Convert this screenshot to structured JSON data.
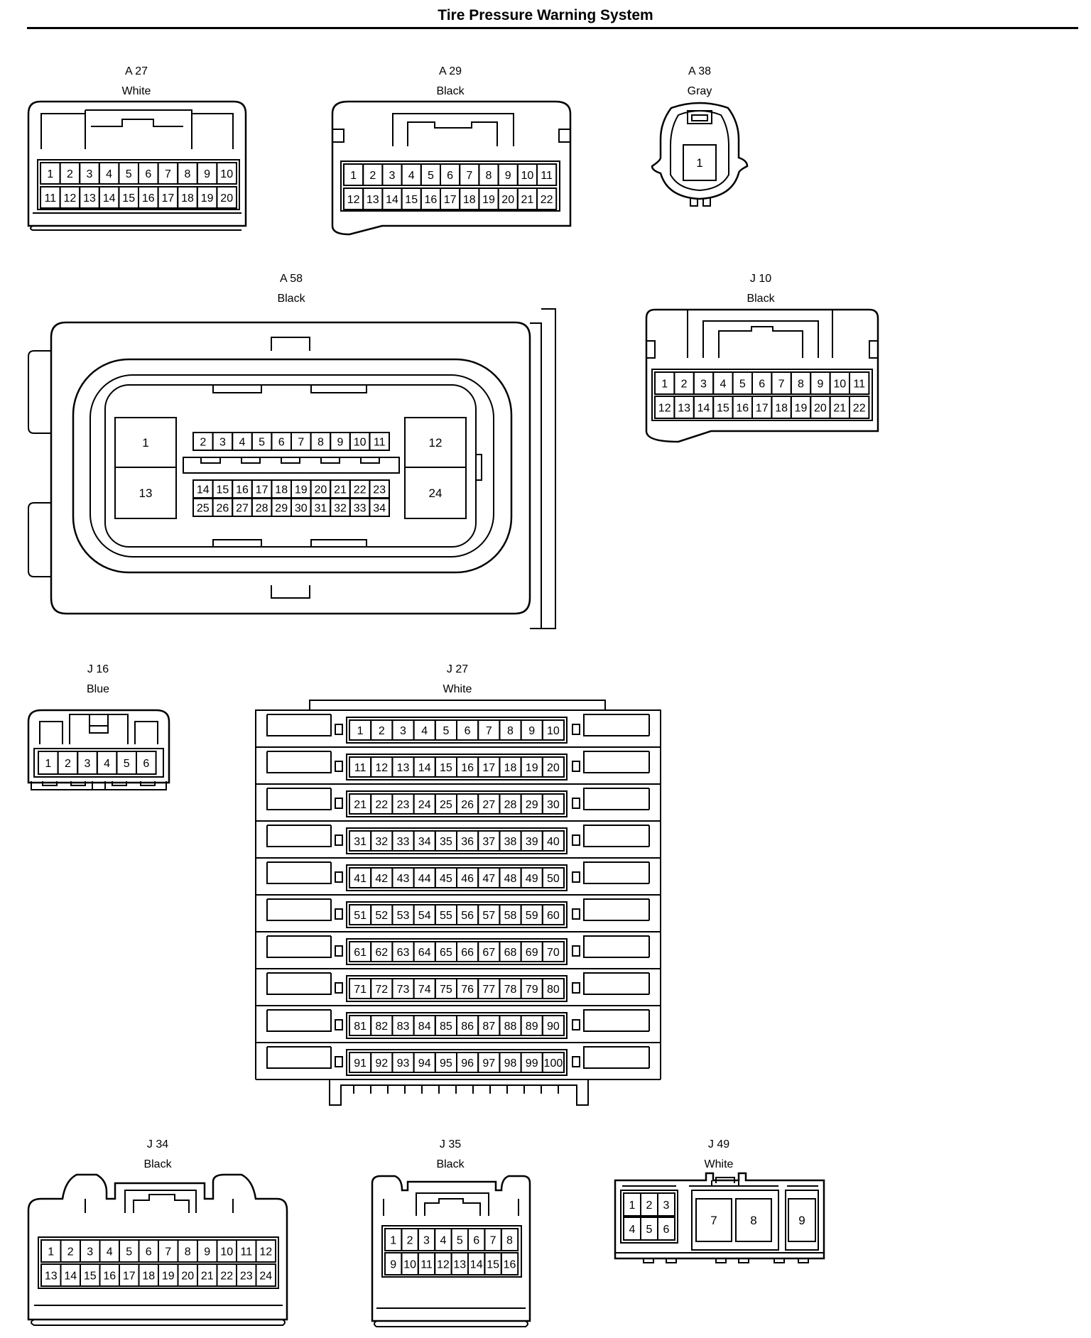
{
  "title": "Tire Pressure Warning System",
  "connectors": {
    "a27": {
      "id": "A 27",
      "color": "White",
      "pins": [
        "1",
        "2",
        "3",
        "4",
        "5",
        "6",
        "7",
        "8",
        "9",
        "10",
        "11",
        "12",
        "13",
        "14",
        "15",
        "16",
        "17",
        "18",
        "19",
        "20"
      ]
    },
    "a29": {
      "id": "A 29",
      "color": "Black",
      "pins": [
        "1",
        "2",
        "3",
        "4",
        "5",
        "6",
        "7",
        "8",
        "9",
        "10",
        "11",
        "12",
        "13",
        "14",
        "15",
        "16",
        "17",
        "18",
        "19",
        "20",
        "21",
        "22"
      ]
    },
    "a38": {
      "id": "A 38",
      "color": "Gray",
      "pins": [
        "1"
      ]
    },
    "a58": {
      "id": "A 58",
      "color": "Black",
      "pins": [
        "1",
        "2",
        "3",
        "4",
        "5",
        "6",
        "7",
        "8",
        "9",
        "10",
        "11",
        "12",
        "13",
        "14",
        "15",
        "16",
        "17",
        "18",
        "19",
        "20",
        "21",
        "22",
        "23",
        "24",
        "25",
        "26",
        "27",
        "28",
        "29",
        "30",
        "31",
        "32",
        "33",
        "34"
      ]
    },
    "j10": {
      "id": "J 10",
      "color": "Black",
      "pins": [
        "1",
        "2",
        "3",
        "4",
        "5",
        "6",
        "7",
        "8",
        "9",
        "10",
        "11",
        "12",
        "13",
        "14",
        "15",
        "16",
        "17",
        "18",
        "19",
        "20",
        "21",
        "22"
      ]
    },
    "j16": {
      "id": "J 16",
      "color": "Blue",
      "pins": [
        "1",
        "2",
        "3",
        "4",
        "5",
        "6"
      ]
    },
    "j27": {
      "id": "J 27",
      "color": "White",
      "pin_count": 100
    },
    "j34": {
      "id": "J 34",
      "color": "Black",
      "pins": [
        "1",
        "2",
        "3",
        "4",
        "5",
        "6",
        "7",
        "8",
        "9",
        "10",
        "11",
        "12",
        "13",
        "14",
        "15",
        "16",
        "17",
        "18",
        "19",
        "20",
        "21",
        "22",
        "23",
        "24"
      ]
    },
    "j35": {
      "id": "J 35",
      "color": "Black",
      "pins": [
        "1",
        "2",
        "3",
        "4",
        "5",
        "6",
        "7",
        "8",
        "9",
        "10",
        "11",
        "12",
        "13",
        "14",
        "15",
        "16"
      ]
    },
    "j49": {
      "id": "J 49",
      "color": "White",
      "pins": [
        "1",
        "2",
        "3",
        "4",
        "5",
        "6",
        "7",
        "8",
        "9"
      ]
    }
  }
}
